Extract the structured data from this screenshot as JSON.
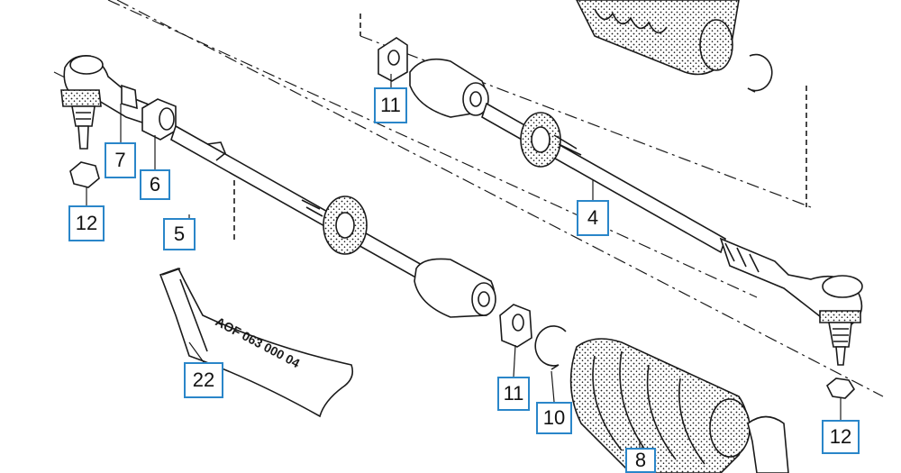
{
  "diagram": {
    "title": "Steering tie rod assembly exploded view",
    "callouts": [
      {
        "id": "label-11-top",
        "text": "11"
      },
      {
        "id": "label-4",
        "text": "4"
      },
      {
        "id": "label-7",
        "text": "7"
      },
      {
        "id": "label-6",
        "text": "6"
      },
      {
        "id": "label-12-left",
        "text": "12"
      },
      {
        "id": "label-5",
        "text": "5"
      },
      {
        "id": "label-22",
        "text": "22"
      },
      {
        "id": "label-11-bottom",
        "text": "11"
      },
      {
        "id": "label-10",
        "text": "10"
      },
      {
        "id": "label-8",
        "text": "8"
      },
      {
        "id": "label-12-right",
        "text": "12"
      }
    ],
    "tube_text": "AOF 063 000 04",
    "colors": {
      "label_border": "#2a86c9",
      "ink": "#1a1a1a"
    }
  }
}
